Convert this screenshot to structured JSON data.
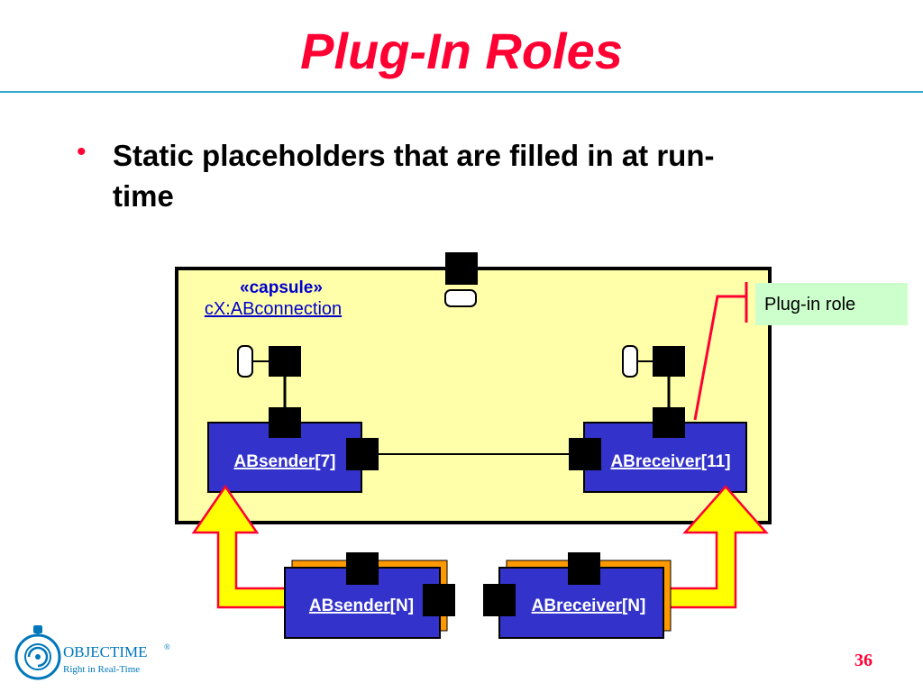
{
  "title": "Plug-In Roles",
  "bullet": {
    "line1": "Static placeholders that are filled in at run-",
    "line2": "time"
  },
  "capsule": {
    "stereotype": "«capsule»",
    "name": "cX:ABconnection"
  },
  "callout": {
    "label": "Plug-in role"
  },
  "parts": {
    "sender_inner": {
      "link": "ABsender",
      "mult": "[7]"
    },
    "receiver_inner": {
      "link": "ABreceiver",
      "mult": "[11]"
    },
    "sender_plugin": {
      "link": "ABsender",
      "mult": "[N]"
    },
    "receiver_plugin": {
      "link": "ABreceiver",
      "mult": "[N]"
    }
  },
  "logo": {
    "brand": "OBJECTIME",
    "reg": "®",
    "tagline": "Right in Real-Time"
  },
  "page_number": "36",
  "colors": {
    "title": "#ff0033",
    "capsule_fill": "#ffffaa",
    "part_fill": "#3333cc",
    "part_shadow": "#ff9900",
    "arrow_fill": "#ffff00",
    "arrow_stroke": "#ff0033",
    "callout_fill": "#ccffcc",
    "stereotype_text": "#0000cc",
    "logo": "#0077bb"
  }
}
